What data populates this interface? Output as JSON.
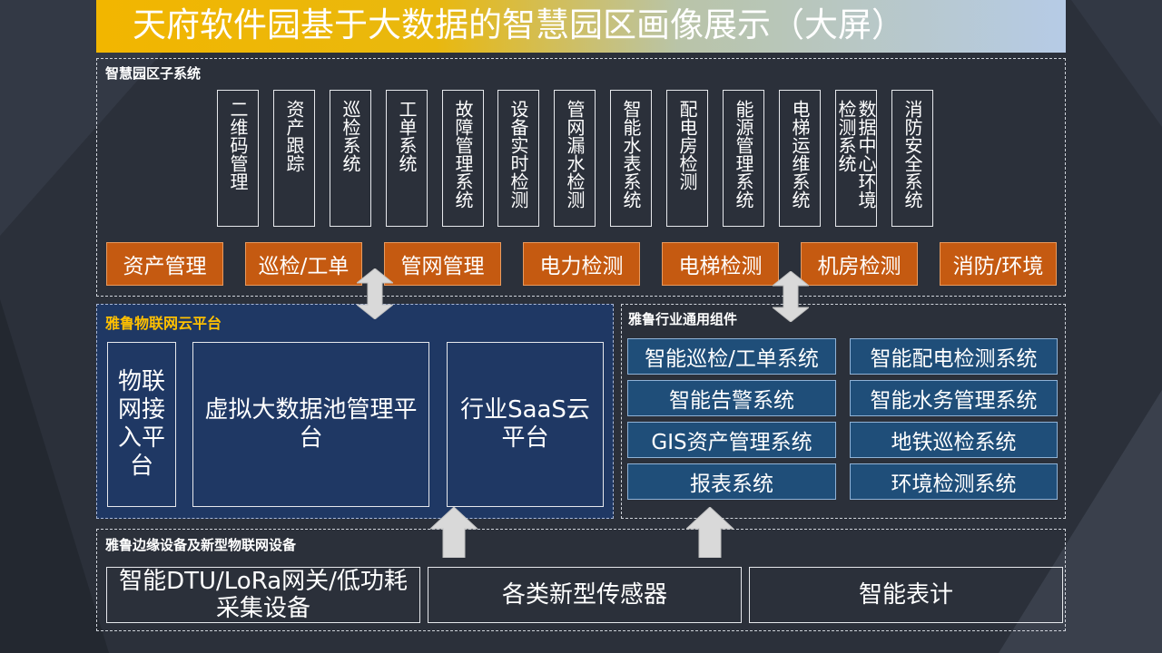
{
  "title": "天府软件园基于大数据的智慧园区画像展示（大屏）",
  "subsystems": {
    "title": "智慧园区子系统",
    "vertical_items": [
      "二维码管理",
      "资产跟踪",
      "巡检系统",
      "工单系统",
      "故障管理系统",
      "设备实时检测",
      "管网漏水检测",
      "智能水表系统",
      "配电房检测",
      "能源管理系统",
      "电梯运维系统",
      "数据中心环境检测系统",
      "消防安全系统"
    ],
    "categories": [
      "资产管理",
      "巡检/工单",
      "管网管理",
      "电力检测",
      "电梯检测",
      "机房检测",
      "消防/环境"
    ]
  },
  "cloud_platform": {
    "title": "雅鲁物联网云平台",
    "boxes": [
      "物联网接入平台",
      "虚拟大数据池管理平台",
      "行业SaaS云平台"
    ]
  },
  "industry_components": {
    "title": "雅鲁行业通用组件",
    "items": [
      "智能巡检/工单系统",
      "智能配电检测系统",
      "智能告警系统",
      "智能水务管理系统",
      "GIS资产管理系统",
      "地铁巡检系统",
      "报表系统",
      "环境检测系统"
    ]
  },
  "edge_devices": {
    "title": "雅鲁边缘设备及新型物联网设备",
    "boxes": [
      "智能DTU/LoRa网关/低功耗采集设备",
      "各类新型传感器",
      "智能表计"
    ]
  },
  "colors": {
    "background": "#2b303a",
    "title_gradient_start": "#f2b600",
    "title_gradient_end": "#b6cbe6",
    "category_orange": "#c55a11",
    "cloud_navy": "#1f3864",
    "component_blue": "#1f4e79",
    "arrow": "#d9d9d9"
  }
}
